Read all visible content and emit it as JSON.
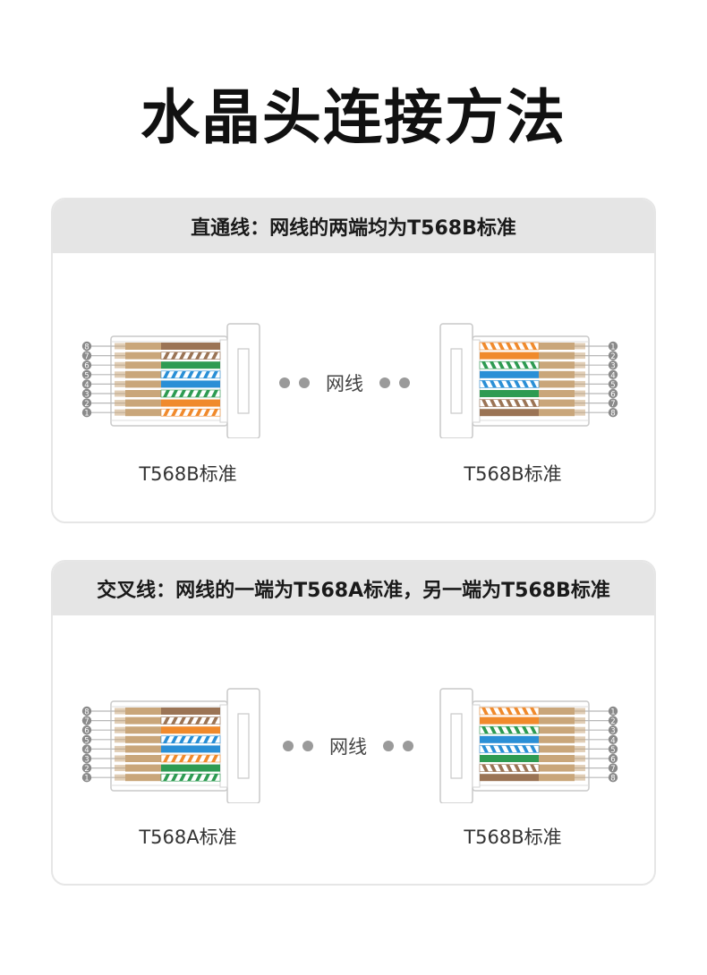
{
  "page": {
    "title": "水晶头连接方法"
  },
  "colors": {
    "orange": "#f08a2c",
    "green": "#2e9b52",
    "blue": "#2a8fd6",
    "brown": "#9b7455",
    "tan": "#c9a67a",
    "pin": "#8a8a8a"
  },
  "sections": [
    {
      "header": "直通线：网线的两端均为T568B标准",
      "cable_label": "网线",
      "left": {
        "standard": "T568B标准",
        "wires": [
          "brown",
          "brown-stripe",
          "green",
          "blue-stripe",
          "blue",
          "green-stripe",
          "orange",
          "orange-stripe"
        ],
        "pins": [
          "8",
          "7",
          "6",
          "5",
          "4",
          "3",
          "2",
          "1"
        ]
      },
      "right": {
        "standard": "T568B标准",
        "wires": [
          "orange-stripe",
          "orange",
          "green-stripe",
          "blue",
          "blue-stripe",
          "green",
          "brown-stripe",
          "brown"
        ],
        "pins": [
          "1",
          "2",
          "3",
          "4",
          "5",
          "6",
          "7",
          "8"
        ]
      }
    },
    {
      "header": "交叉线：网线的一端为T568A标准，另一端为T568B标准",
      "cable_label": "网线",
      "left": {
        "standard": "T568A标准",
        "wires": [
          "brown",
          "brown-stripe",
          "orange",
          "blue-stripe",
          "blue",
          "orange-stripe",
          "green",
          "green-stripe"
        ],
        "pins": [
          "8",
          "7",
          "6",
          "5",
          "4",
          "3",
          "2",
          "1"
        ]
      },
      "right": {
        "standard": "T568B标准",
        "wires": [
          "orange-stripe",
          "orange",
          "green-stripe",
          "blue",
          "blue-stripe",
          "green",
          "brown-stripe",
          "brown"
        ],
        "pins": [
          "1",
          "2",
          "3",
          "4",
          "5",
          "6",
          "7",
          "8"
        ]
      }
    }
  ]
}
